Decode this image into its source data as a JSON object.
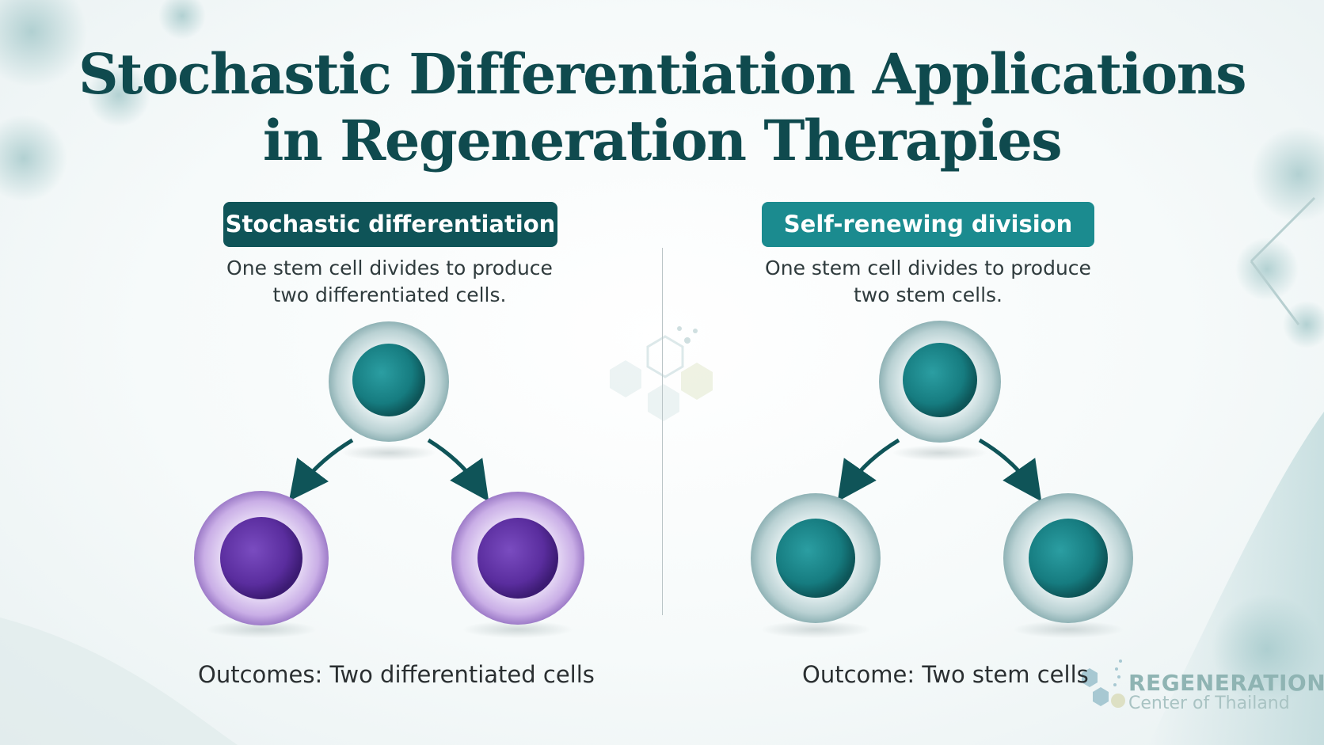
{
  "title": {
    "line1": "Stochastic Differentiation Applications",
    "line2": "in Regeneration Therapies"
  },
  "left_panel": {
    "label": "Stochastic differentiation",
    "description_line1": "One stem cell divides to produce",
    "description_line2": "two differentiated cells.",
    "outcome": "Outcomes: Two differentiated cells",
    "parent_cell": "stem-cell",
    "daughter_cells": [
      "differentiated-cell",
      "differentiated-cell"
    ]
  },
  "right_panel": {
    "label": "Self-renewing division",
    "description_line1": "One stem cell divides to produce",
    "description_line2": "two stem cells.",
    "outcome": "Outcome: Two stem cells",
    "parent_cell": "stem-cell",
    "daughter_cells": [
      "stem-cell",
      "stem-cell"
    ]
  },
  "brand": {
    "name": "REGENERATION",
    "subtitle": "Center of Thailand"
  },
  "colors": {
    "title": "#0f4a4e",
    "pill_left": "#0f5458",
    "pill_right": "#1b8b8f",
    "stem_nucleus": "#167c80",
    "differentiated_nucleus": "#5a2d9e",
    "arrow": "#0f5458"
  }
}
